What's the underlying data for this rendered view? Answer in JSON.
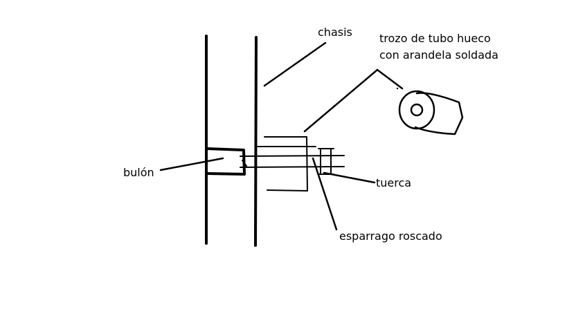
{
  "diagram": {
    "labels": {
      "chasis": "chasis",
      "tube_line1": "trozo de tubo hueco",
      "tube_line2": "con arandela soldada",
      "bolt": "bulón",
      "nut": "tuerca",
      "rod": "esparrago roscado"
    },
    "colors": {
      "ink": "#000000",
      "background": "#ffffff"
    }
  }
}
